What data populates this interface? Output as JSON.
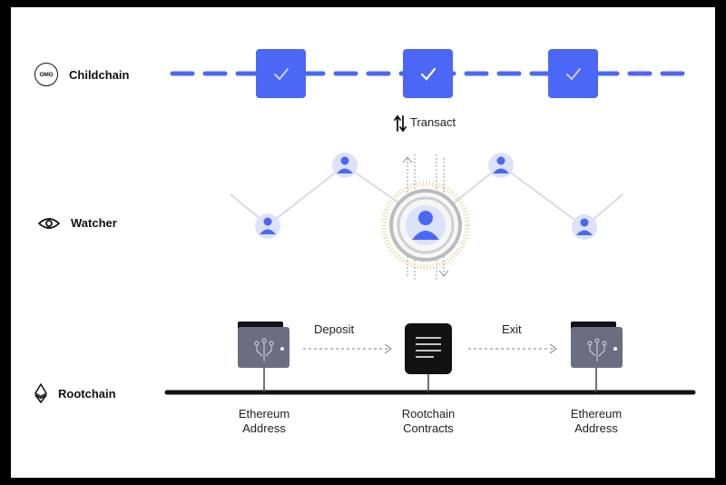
{
  "layers": {
    "childchain": {
      "label": "Childchain",
      "icon": "omg-logo-icon",
      "badge": "OMG"
    },
    "watcher": {
      "label": "Watcher",
      "icon": "eye-icon"
    },
    "rootchain": {
      "label": "Rootchain",
      "icon": "ethereum-icon"
    }
  },
  "transact": {
    "label": "Transact",
    "icon": "transfer-arrows-icon"
  },
  "flows": {
    "deposit": "Deposit",
    "exit": "Exit"
  },
  "nodes": {
    "left": {
      "line1": "Ethereum",
      "line2": "Address",
      "icon": "wallet-icon"
    },
    "middle": {
      "line1": "Rootchain",
      "line2": "Contracts",
      "icon": "document-icon"
    },
    "right": {
      "line1": "Ethereum",
      "line2": "Address",
      "icon": "wallet-icon"
    }
  },
  "colors": {
    "accent": "#4A67F5",
    "dark": "#111111",
    "wallet": "#6B6E80",
    "user_halo": "#DCE2FA"
  }
}
